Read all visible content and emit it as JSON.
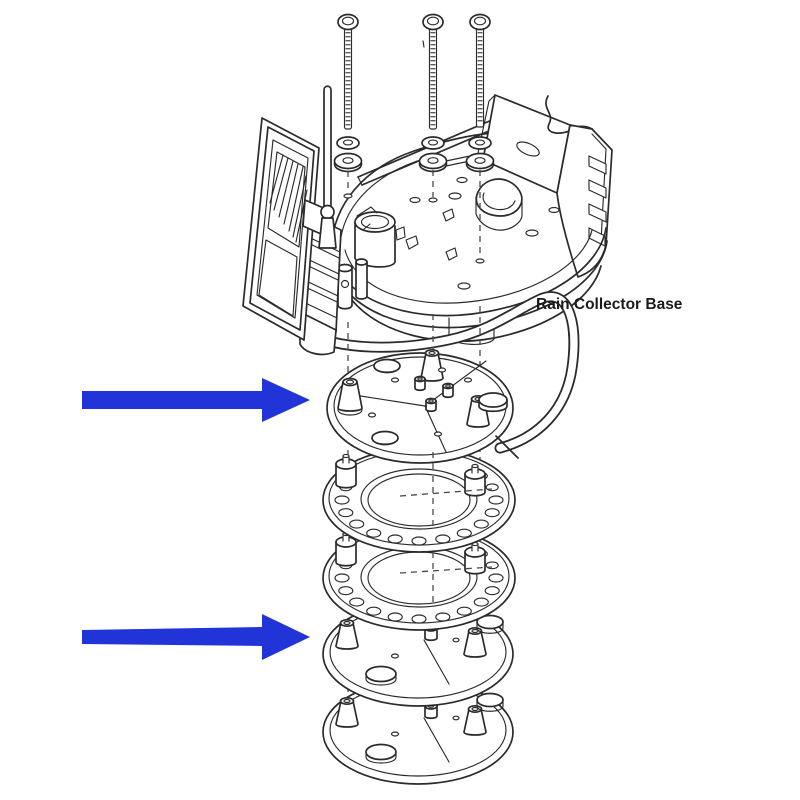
{
  "diagram": {
    "title_label": "Rain Collector Base",
    "colors": {
      "arrow_blue": "#2134d8",
      "line": "#2b2b2b",
      "background": "#ffffff"
    },
    "arrows": [
      {
        "direction": "right"
      },
      {
        "direction": "right"
      }
    ]
  }
}
